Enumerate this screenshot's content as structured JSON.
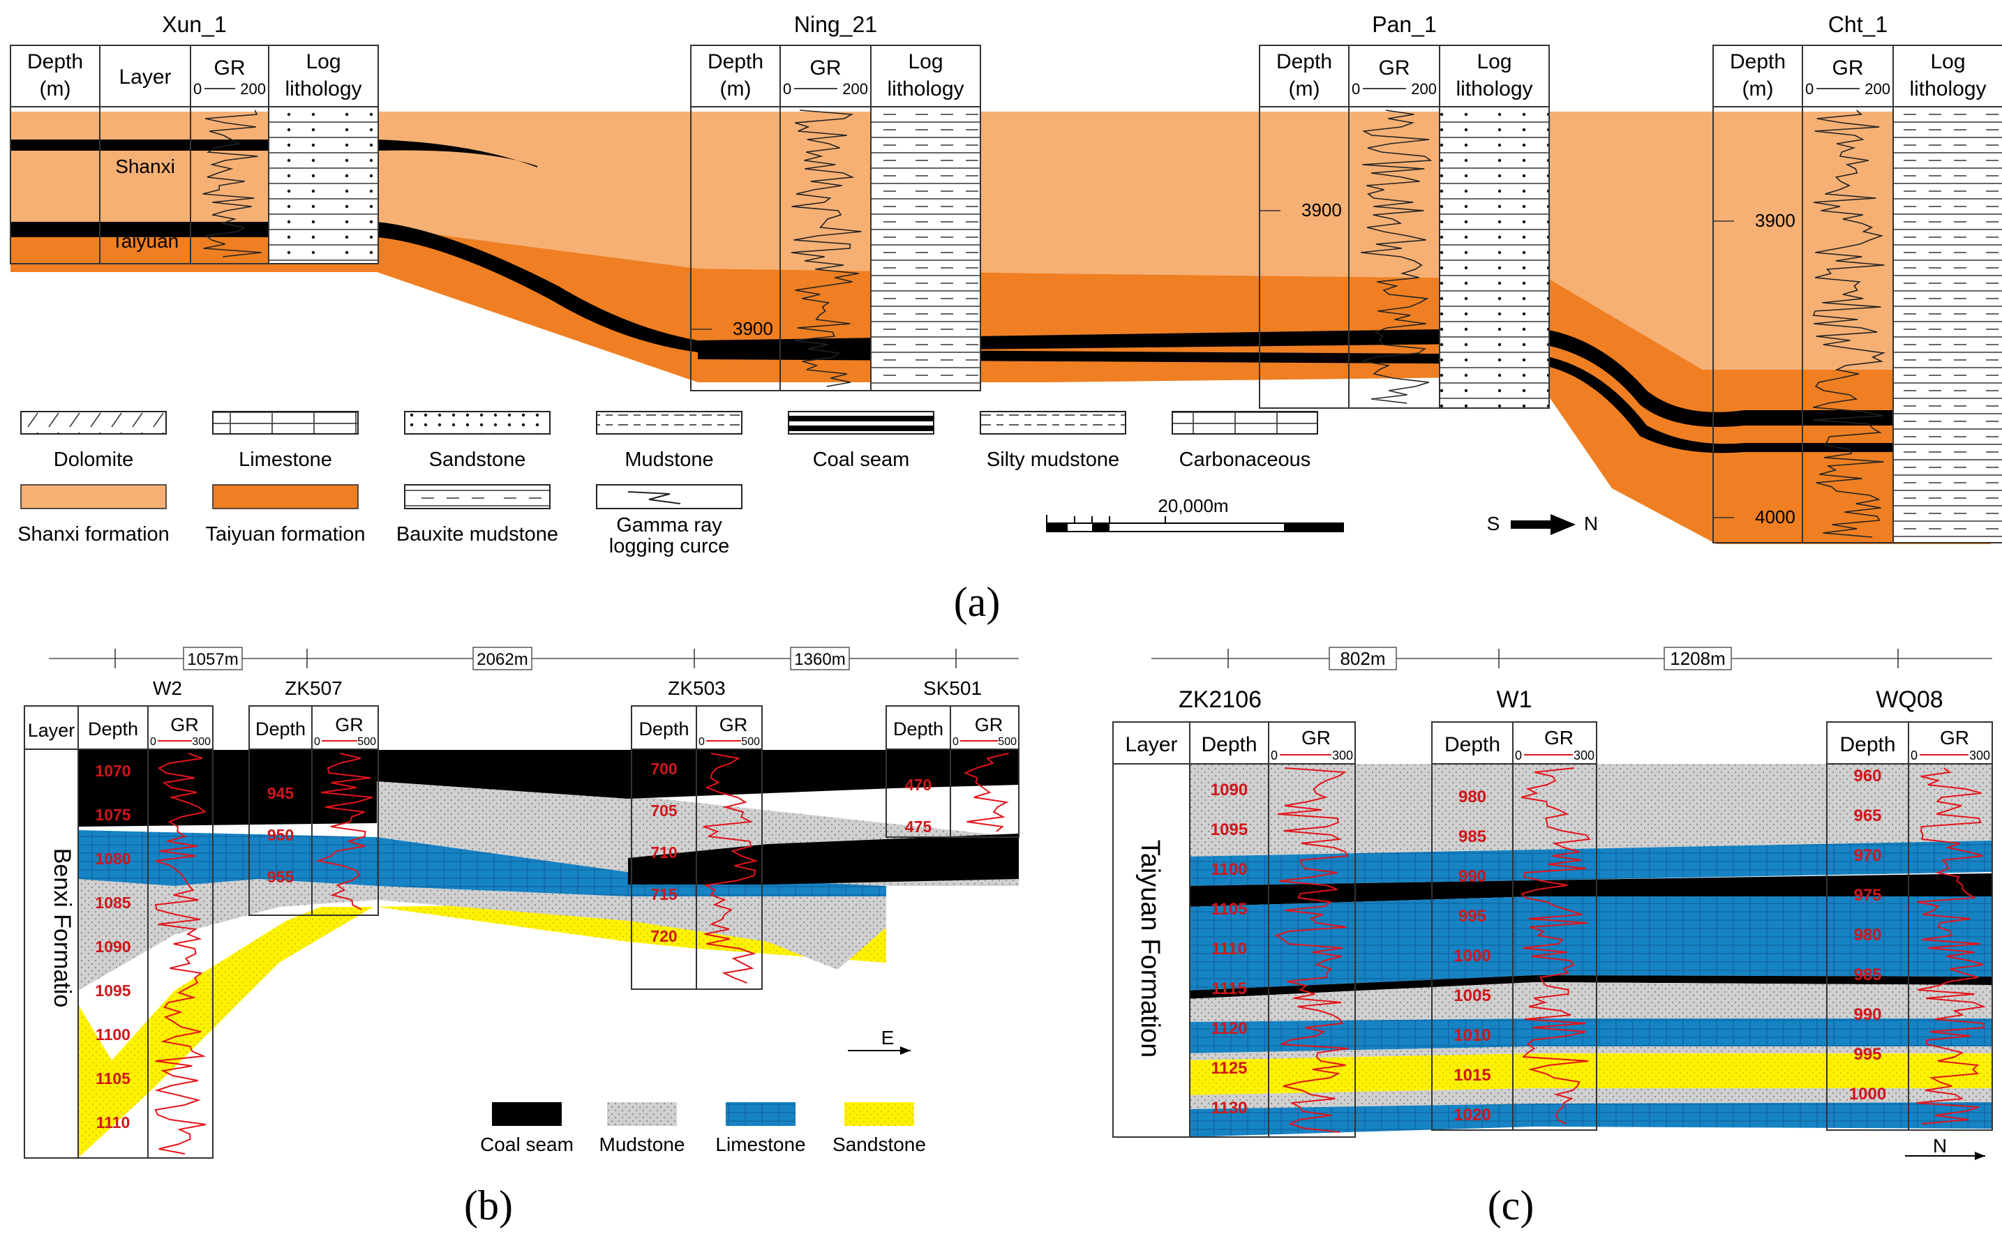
{
  "colors": {
    "shanxi": "#f6b074",
    "taiyuan": "#ef7f22",
    "coal": "#000000",
    "limestone": "#1683c4",
    "sandstone": "#fff200",
    "mudstone": "#c8c8c8",
    "gr_red": "#e3141b"
  },
  "panel_a": {
    "label": "(a)",
    "header": {
      "depth": [
        "Depth",
        "(m)"
      ],
      "layer": "Layer",
      "gr": "GR",
      "gr_min": "0",
      "gr_max": "200",
      "log": [
        "Log",
        "lithology"
      ]
    },
    "wells": [
      {
        "name": "Xun_1"
      },
      {
        "name": "Ning_21",
        "depth_label": "3900"
      },
      {
        "name": "Pan_1",
        "depth_label": "3900"
      },
      {
        "name": "Cht_1",
        "depth_label": "3900",
        "depth_label2": "4000"
      }
    ],
    "layers": [
      "Shanxi",
      "Taiyuan"
    ],
    "legend": {
      "items": [
        "Dolomite",
        "Limestone",
        "Sandstone",
        "Mudstone",
        "Coal seam",
        "Silty mudstone",
        "Carbonaceous"
      ],
      "items2": [
        "Shanxi formation",
        "Taiyuan formation",
        "Bauxite mudstone"
      ],
      "gamma": [
        "Gamma ray",
        "logging curce"
      ]
    },
    "scale": "20,000m",
    "direction": {
      "from": "S",
      "to": "N"
    }
  },
  "panel_b": {
    "label": "(b)",
    "distances": [
      "1057m",
      "2062m",
      "1360m"
    ],
    "wells": [
      {
        "name": "W2",
        "gr_max": "300"
      },
      {
        "name": "ZK507",
        "gr_max": "500"
      },
      {
        "name": "ZK503",
        "gr_max": "500"
      },
      {
        "name": "SK501",
        "gr_max": "500"
      }
    ],
    "header": {
      "layer": "Layer",
      "depth": "Depth",
      "gr": "GR",
      "gr_min": "0"
    },
    "formation": "Benxi Formatio",
    "depths_w2": [
      "1070",
      "1075",
      "1080",
      "1085",
      "1090",
      "1095",
      "1100",
      "1105",
      "1110"
    ],
    "depths_zk507": [
      "945",
      "950",
      "955"
    ],
    "depths_zk503": [
      "700",
      "705",
      "710",
      "715",
      "720"
    ],
    "depths_sk501": [
      "470",
      "475"
    ],
    "legend": [
      "Coal seam",
      "Mudstone",
      "Limestone",
      "Sandstone"
    ],
    "direction": "E"
  },
  "panel_c": {
    "label": "(c)",
    "distances": [
      "802m",
      "1208m"
    ],
    "wells": [
      {
        "name": "ZK2106",
        "gr_max": "300"
      },
      {
        "name": "W1",
        "gr_max": "300"
      },
      {
        "name": "WQ08",
        "gr_max": "300"
      }
    ],
    "header": {
      "layer": "Layer",
      "depth": "Depth",
      "gr": "GR",
      "gr_min": "0"
    },
    "formation": "Taiyuan Formation",
    "depths_zk2106": [
      "1090",
      "1095",
      "1100",
      "1105",
      "1110",
      "1115",
      "1120",
      "1125",
      "1130"
    ],
    "depths_w1": [
      "980",
      "985",
      "990",
      "995",
      "1000",
      "1005",
      "1010",
      "1015",
      "1020"
    ],
    "depths_wq08": [
      "960",
      "965",
      "970",
      "975",
      "980",
      "985",
      "990",
      "995",
      "1000"
    ],
    "direction": "N"
  }
}
